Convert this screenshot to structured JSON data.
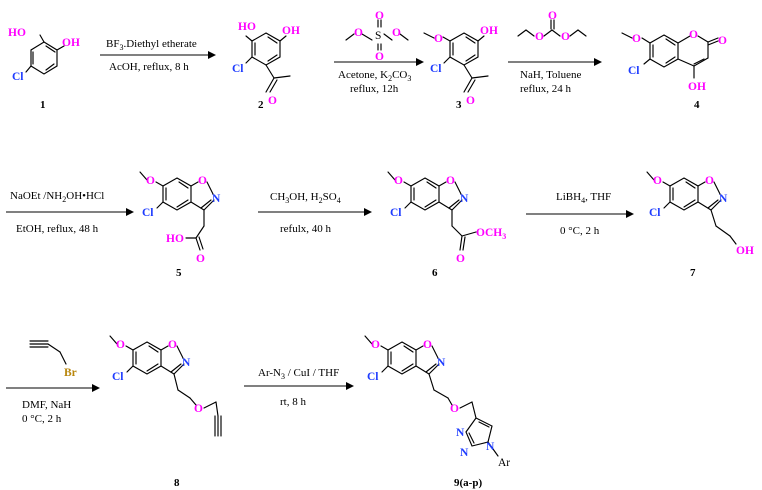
{
  "compounds": [
    {
      "id": "c1",
      "number": "1"
    },
    {
      "id": "c2",
      "number": "2"
    },
    {
      "id": "c3",
      "number": "3"
    },
    {
      "id": "c4",
      "number": "4"
    },
    {
      "id": "c5",
      "number": "5"
    },
    {
      "id": "c6",
      "number": "6"
    },
    {
      "id": "c7",
      "number": "7"
    },
    {
      "id": "c8",
      "number": "8"
    },
    {
      "id": "c9",
      "number": "9(a-p)"
    }
  ],
  "steps": [
    {
      "above": "BF3.Diethyl etherate",
      "below": "AcOH, reflux, 8 h"
    },
    {
      "above": "",
      "below1": "Acetone, K2CO3",
      "below2": "reflux, 12h"
    },
    {
      "above": "",
      "below1": "NaH, Toluene",
      "below2": "reflux, 24 h"
    },
    {
      "above": "NaOEt /NH2OH•HCl",
      "below": "EtOH, reflux, 48 h"
    },
    {
      "above": "CH3OH, H2SO4",
      "below": "refulx, 40 h"
    },
    {
      "above": "LiBH4, THF",
      "below": "0 °C, 2 h"
    },
    {
      "above": "",
      "below1": "DMF, NaH",
      "below2": "0 °C, 2 h"
    },
    {
      "above": "Ar-N3 / CuI / THF",
      "below": "rt, 8 h"
    }
  ],
  "atoms": {
    "OH": "OH",
    "Cl": "Cl",
    "O": "O",
    "S": "S",
    "N": "N",
    "Br": "Br",
    "OCH3": "OCH3",
    "HO": "HO",
    "Ar": "Ar"
  }
}
